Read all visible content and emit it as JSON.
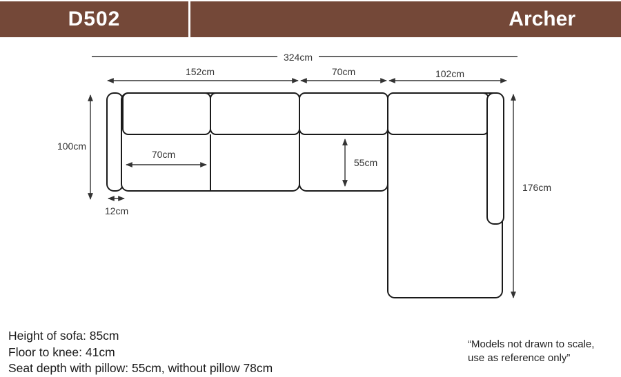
{
  "header": {
    "code": "D502",
    "name": "Archer",
    "color": "#744838"
  },
  "dimensions": {
    "total_width": "324cm",
    "section_left": "152cm",
    "section_middle": "70cm",
    "section_chaise": "102cm",
    "height": "100cm",
    "seat_width": "70cm",
    "seat_depth": "55cm",
    "arm_width": "12cm",
    "chaise_length": "176cm"
  },
  "specs": [
    "Height of sofa: 85cm",
    "Floor to knee: 41cm",
    "Seat depth with pillow: 55cm, without pillow 78cm"
  ],
  "note": {
    "line1": "“Models not drawn to scale,",
    "line2": "use as reference only”"
  }
}
